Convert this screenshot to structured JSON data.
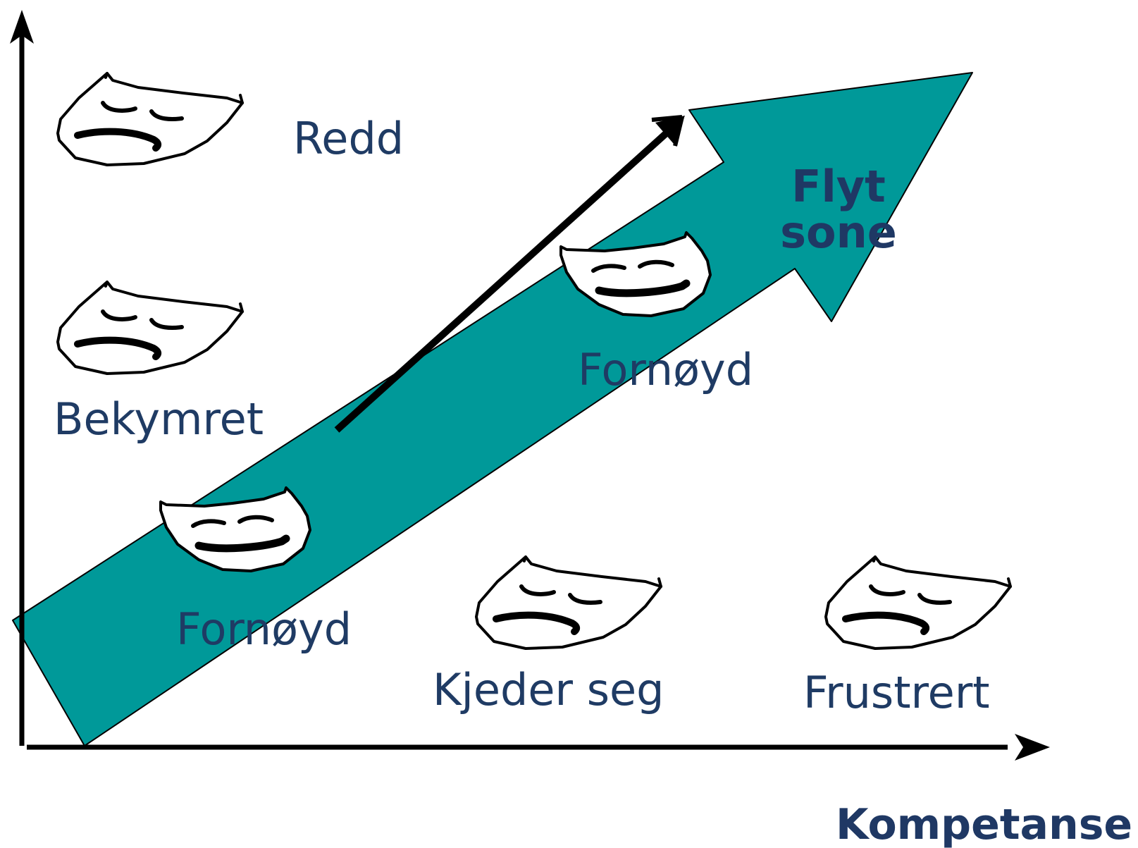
{
  "colors": {
    "label_text": "#1F3B64",
    "bold_text": "#1F3864",
    "arrow_fill": "#009999",
    "axis": "#000000"
  },
  "labels": {
    "redd": "Redd",
    "bekymret": "Bekymret",
    "fornoyd_lower": "Fornøyd",
    "fornoyd_upper": "Fornøyd",
    "kjeder_seg": "Kjeder seg",
    "frustrert": "Frustrert",
    "flyt_line1": "Flyt",
    "flyt_line2": "sone",
    "x_axis": "Kompetanse"
  },
  "faces": [
    {
      "name": "face-redd",
      "mood": "sad"
    },
    {
      "name": "face-bekymret",
      "mood": "sad"
    },
    {
      "name": "face-fornoyd-lower",
      "mood": "happy"
    },
    {
      "name": "face-fornoyd-upper",
      "mood": "happy"
    },
    {
      "name": "face-kjeder-seg",
      "mood": "sad"
    },
    {
      "name": "face-frustrert",
      "mood": "sad"
    }
  ]
}
